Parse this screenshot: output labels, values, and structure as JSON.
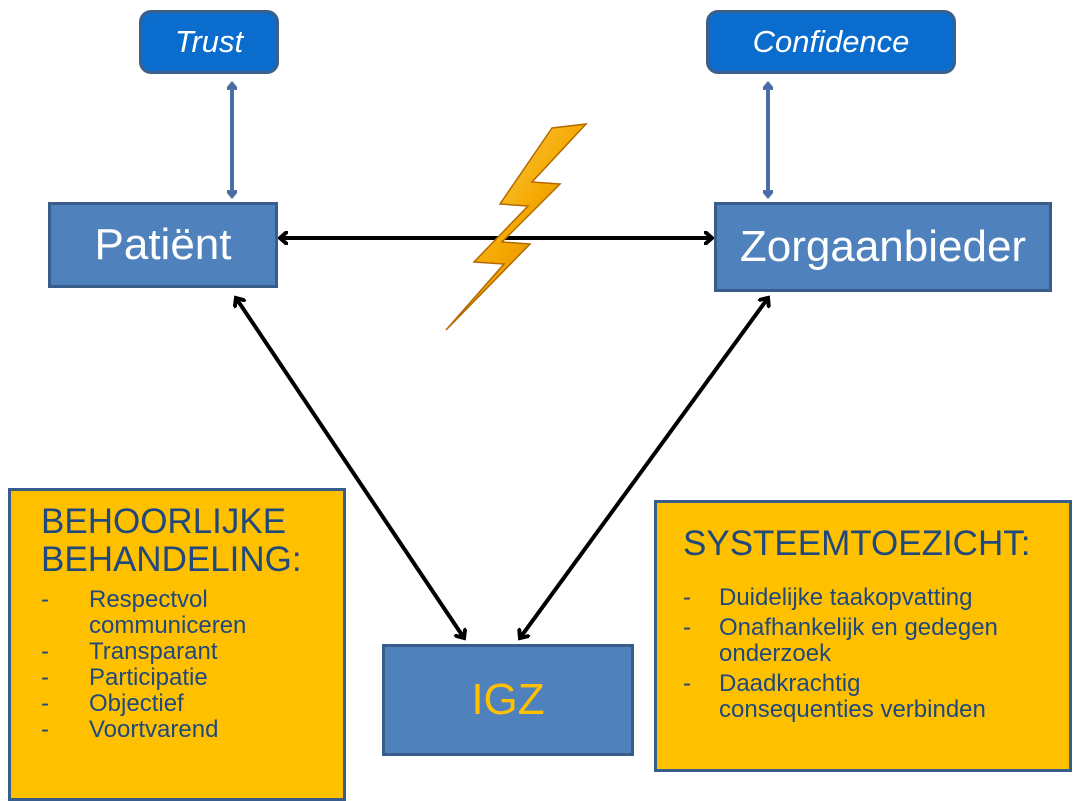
{
  "top_labels": {
    "trust": "Trust",
    "confidence": "Confidence"
  },
  "nodes": {
    "patient": "Patiënt",
    "provider": "Zorgaanbieder",
    "igz": "IGZ"
  },
  "left_box": {
    "title_line1": "BEHOORLIJKE",
    "title_line2": "BEHANDELING:",
    "items": [
      {
        "lines": [
          "Respectvol",
          "communiceren"
        ]
      },
      {
        "lines": [
          "Transparant"
        ]
      },
      {
        "lines": [
          "Participatie"
        ]
      },
      {
        "lines": [
          "Objectief"
        ]
      },
      {
        "lines": [
          "Voortvarend"
        ]
      }
    ]
  },
  "right_box": {
    "title": "SYSTEEMTOEZICHT:",
    "items": [
      {
        "lines": [
          "Duidelijke taakopvatting"
        ]
      },
      {
        "lines": [
          "Onafhankelijk en gedegen",
          "onderzoek"
        ]
      },
      {
        "lines": [
          "Daadkrachtig",
          "consequenties verbinden"
        ]
      }
    ]
  },
  "bullet_char": "-",
  "colors": {
    "pill_fill": "#0a6ccc",
    "node_fill": "#4f81bd",
    "node_border": "#385d8a",
    "box_fill": "#ffc000",
    "box_text": "#1f497d",
    "igz_text": "#ffc000",
    "vertical_arrow": "#4a6fa5",
    "black_arrow": "#000000",
    "lightning": "#f5a800"
  },
  "icons": {
    "lightning": "lightning-bolt-icon"
  }
}
